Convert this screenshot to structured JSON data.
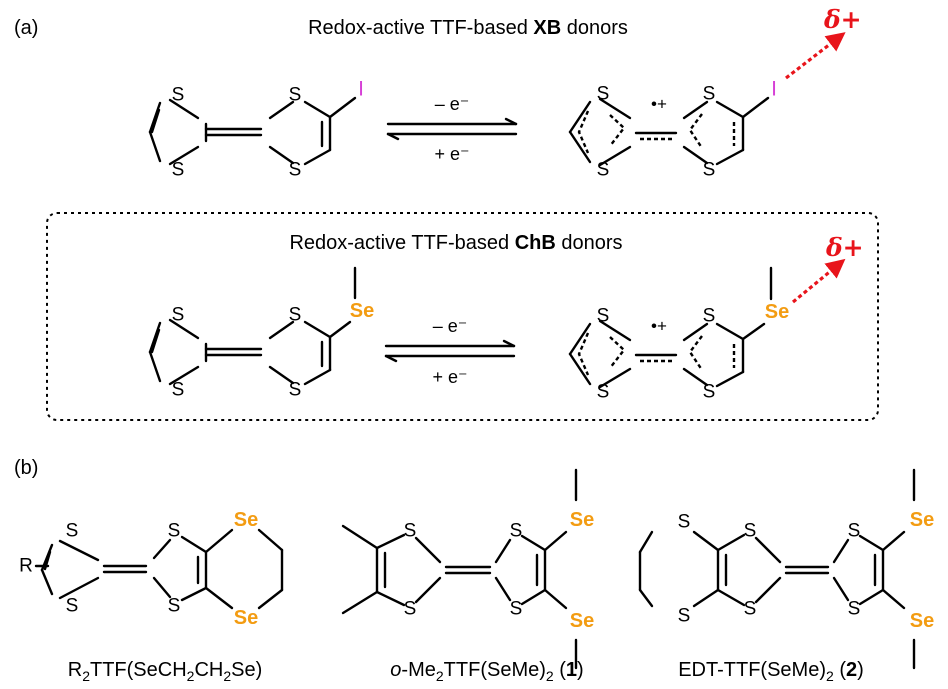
{
  "panel_a": {
    "label": "(a)",
    "xb_title_pre": "Redox-active TTF-based ",
    "xb_title_bold": "XB",
    "xb_title_post": " donors",
    "chb_title_pre": "Redox-active TTF-based ",
    "chb_title_bold": "ChB",
    "chb_title_post": " donors",
    "oxidation": "– e⁻",
    "reduction": "+ e⁻",
    "radical_cation": "•+",
    "delta_plus": "δ+",
    "atom_s": "S",
    "atom_i": "I",
    "atom_se": "Se"
  },
  "panel_b": {
    "label": "(b)",
    "r_group": "R",
    "captions": {
      "c1": {
        "pre": "R",
        "sub1": "2",
        "mid": "TTF(SeCH",
        "sub2": "2",
        "mid2": "CH",
        "sub3": "2",
        "post": "Se)"
      },
      "c2": {
        "italic": "o",
        "pre": "-Me",
        "sub1": "2",
        "mid": "TTF(SeMe)",
        "sub2": "2",
        "post_open": " (",
        "num": "1",
        "post_close": ")"
      },
      "c3": {
        "pre": "EDT-TTF(SeMe)",
        "sub1": "2",
        "post_open": " (",
        "num": "2",
        "post_close": ")"
      }
    }
  },
  "colors": {
    "selenium": "#f39c12",
    "iodine": "#d63fd6",
    "delta": "#e8141b"
  }
}
